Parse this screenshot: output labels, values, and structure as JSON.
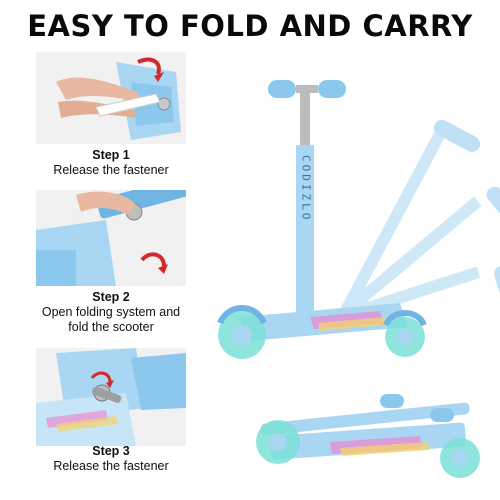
{
  "headline": "EASY TO FOLD AND CARRY",
  "steps": [
    {
      "title": "Step 1",
      "description": "Release the fastener"
    },
    {
      "title": "Step 2",
      "description": "Open folding system and fold the scooter"
    },
    {
      "title": "Step 3",
      "description": "Release the fastener"
    }
  ],
  "brand_text": "CODIZLO",
  "colors": {
    "scooter_blue": "#a9d6f2",
    "scooter_dark_blue": "#6fb4e3",
    "grip_blue": "#8cc8ee",
    "arrow_red": "#d4262b",
    "wheel_glow": "#7be0d8"
  }
}
